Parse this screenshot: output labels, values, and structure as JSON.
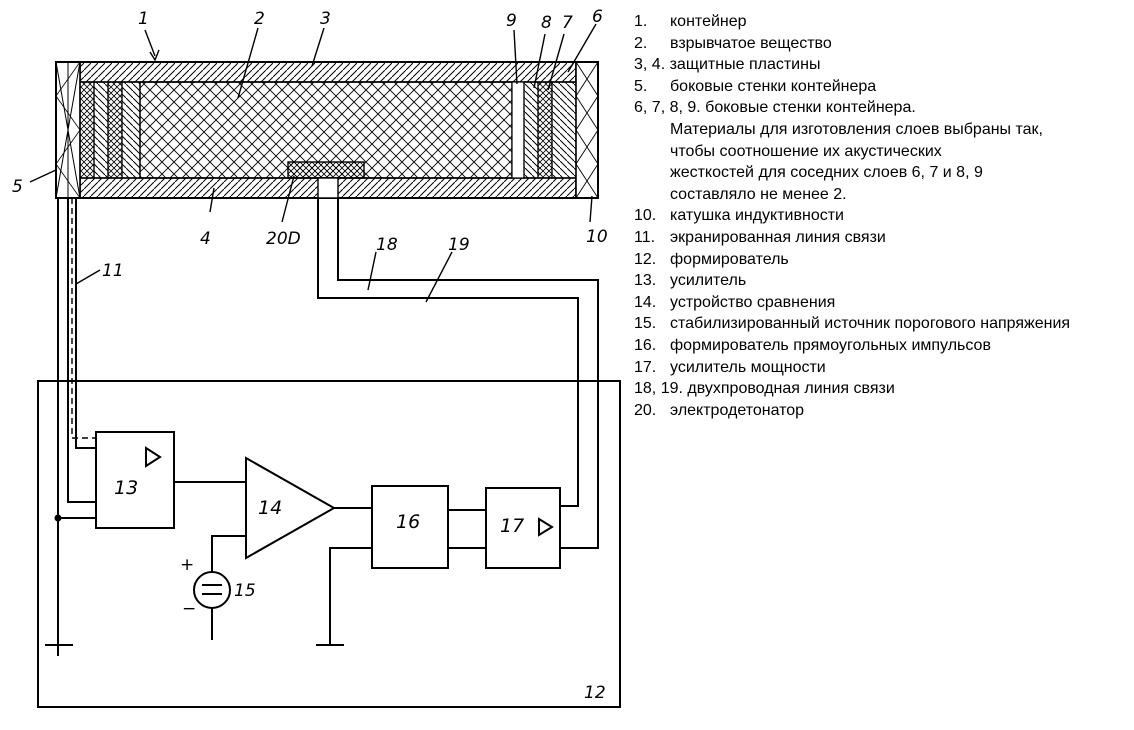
{
  "labels": {
    "l1": "1",
    "l2": "2",
    "l3": "3",
    "l4": "4",
    "l5": "5",
    "l6": "6",
    "l7": "7",
    "l8": "8",
    "l9": "9",
    "l10": "10",
    "l11": "11",
    "l12": "12",
    "l13": "13",
    "l14": "14",
    "l15": "15",
    "l16": "16",
    "l17": "17",
    "l18": "18",
    "l19": "19",
    "l20": "20D",
    "plus": "+",
    "minus": "−"
  },
  "legend": [
    {
      "num": "1.",
      "text": "контейнер"
    },
    {
      "num": "2.",
      "text": "взрывчатое вещество"
    },
    {
      "num": "3, 4.",
      "text": "защитные пластины"
    },
    {
      "num": "5.",
      "text": "боковые стенки контейнера"
    },
    {
      "num": "6, 7, 8, 9.",
      "text": "боковые стенки контейнера."
    },
    {
      "num": "",
      "text": "Материалы для изготовления слоев выбраны так,"
    },
    {
      "num": "",
      "text": "чтобы соотношение их акустических"
    },
    {
      "num": "",
      "text": "жесткостей для соседних слоев 6, 7 и 8, 9"
    },
    {
      "num": "",
      "text": "составляло не менее 2."
    },
    {
      "num": "10.",
      "text": "катушка индуктивности"
    },
    {
      "num": "11.",
      "text": "экранированная линия связи"
    },
    {
      "num": "12.",
      "text": "формирователь"
    },
    {
      "num": "13.",
      "text": "усилитель"
    },
    {
      "num": "14.",
      "text": "устройство сравнения"
    },
    {
      "num": "15.",
      "text": "стабилизированный источник порогового напряжения"
    },
    {
      "num": "16.",
      "text": "формирователь прямоугольных импульсов"
    },
    {
      "num": "17.",
      "text": "усилитель мощности"
    },
    {
      "num": "18, 19.",
      "text": "двухпроводная  линия связи"
    },
    {
      "num": "20.",
      "text": "электродетонатор"
    }
  ]
}
